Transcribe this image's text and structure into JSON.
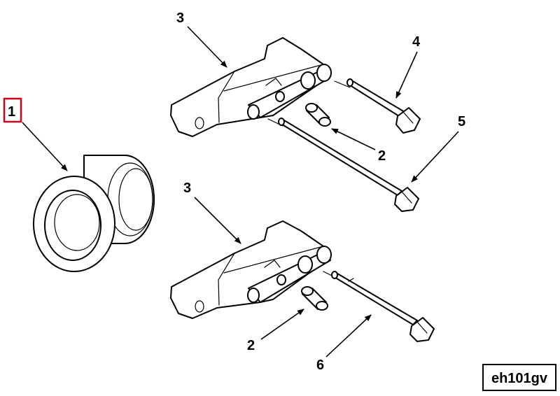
{
  "figure_id": "eh101gv",
  "callouts": {
    "c1": "1",
    "c3_top": "3",
    "c4": "4",
    "c5": "5",
    "c2_top": "2",
    "c3_bottom": "3",
    "c2_bottom": "2",
    "c6": "6"
  },
  "colors": {
    "highlight_box": "#d0021b",
    "ink": "#000000"
  }
}
